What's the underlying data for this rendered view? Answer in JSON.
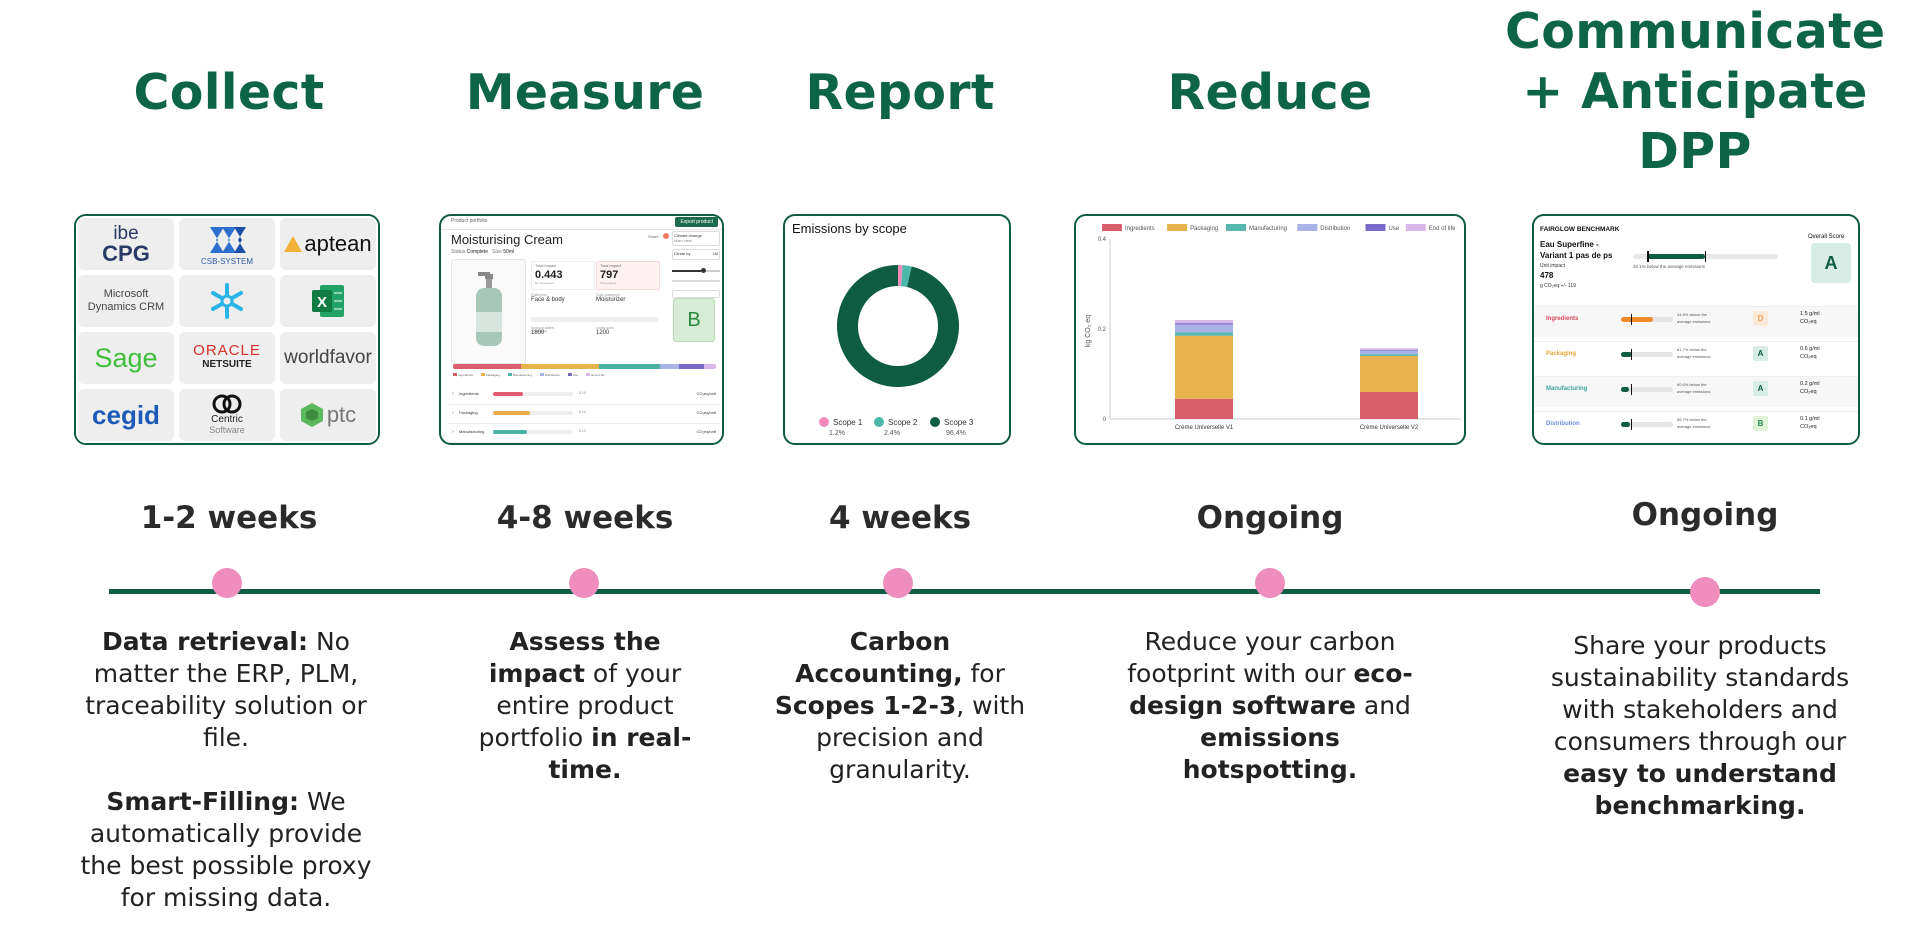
{
  "steps": [
    {
      "title": "Collect",
      "duration": "1-2 weeks",
      "description": [
        [
          {
            "bold": "Data retrieval:"
          },
          {
            "text": " No matter the ERP, PLM, traceability solution or file."
          }
        ],
        [
          {
            "bold": "Smart-Filling:"
          },
          {
            "text": " We automatically provide the best possible proxy for missing data."
          }
        ]
      ]
    },
    {
      "title": "Measure",
      "duration": "4-8 weeks",
      "description": [
        [
          {
            "bold": "Assess the impact"
          },
          {
            "text": " of your entire product portfolio "
          },
          {
            "bold": "in real-time."
          }
        ]
      ]
    },
    {
      "title": "Report",
      "duration": "4 weeks",
      "description": [
        [
          {
            "bold": "Carbon Accounting,"
          },
          {
            "text": " for "
          },
          {
            "bold": "Scopes 1-2-3"
          },
          {
            "text": ", with precision and granularity."
          }
        ]
      ]
    },
    {
      "title": "Reduce",
      "duration": "Ongoing",
      "description": [
        [
          {
            "text": "Reduce your carbon footprint with our "
          },
          {
            "bold": "eco-design software"
          },
          {
            "text": " and "
          },
          {
            "bold": "emissions hotspotting."
          }
        ]
      ]
    },
    {
      "title": "Communicate + Anticipate DPP",
      "duration": "Ongoing",
      "description": [
        [
          {
            "text": "Share your products sustainability standards with stakeholders and consumers through our "
          },
          {
            "bold": "easy to understand benchmarking."
          }
        ]
      ]
    }
  ],
  "colors": {
    "title_green": "#0e6447",
    "timeline_green": "#0e5c41",
    "dot_pink": "#ef8ebd"
  },
  "logos": [
    {
      "name": "ibe CPG",
      "line1": "ibe",
      "line2": "CPG"
    },
    {
      "name": "CSB-SYSTEM",
      "line1": "CSB-SYSTEM"
    },
    {
      "name": "aptean",
      "line1": "aptean"
    },
    {
      "name": "Microsoft Dynamics CRM",
      "line1": "Microsoft",
      "line2": "Dynamics CRM"
    },
    {
      "name": "snowflake",
      "line1": ""
    },
    {
      "name": "Excel",
      "line1": "X"
    },
    {
      "name": "Sage",
      "line1": "Sage"
    },
    {
      "name": "Oracle NetSuite",
      "line1": "ORACLE",
      "line2": "NETSUITE"
    },
    {
      "name": "worldfavor",
      "line1": "worldfavor"
    },
    {
      "name": "cegid",
      "line1": "cegid"
    },
    {
      "name": "Centric Software",
      "line1": "Centric",
      "line2": "Software"
    },
    {
      "name": "ptc",
      "line1": "ptc"
    }
  ],
  "measure_card": {
    "breadcrumb": "Product portfolio",
    "export_label": "Export product",
    "product_name": "Moisturising Cream",
    "status_label": "Status",
    "status_value": "Complete",
    "size_label": "Size",
    "size_value": "50ml",
    "share_label": "Share",
    "climate_change_label": "Climate change",
    "climate_change_sub": "Main view",
    "divide_by_label": "Divide by",
    "divide_by_value": "1M",
    "total_impact_label": "Total impact",
    "total_impact_value": "0.443",
    "total_impact_unit": "kg CO₂eq/unit",
    "total_impact2_label": "Total impact",
    "total_impact2_value": "797",
    "total_impact2_unit": "tCO₂eq/year",
    "category_label": "Category",
    "category_value": "Face & body",
    "subcategory_label": "Sub-category",
    "subcategory_value": "Moisturizer",
    "packaging_label": "Packaging",
    "sales_label": "Annual sales",
    "sales_value": "1800",
    "units_label": "Units sold",
    "units_value": "1200",
    "score": "B",
    "rows": [
      {
        "label": "Ingredients",
        "value": "0.10",
        "unit": "CO₂eq/unit",
        "pct": 0.38,
        "color": "#e25b6f"
      },
      {
        "label": "Packaging",
        "value": "0.14",
        "unit": "CO₂eq/unit",
        "pct": 0.46,
        "color": "#e8ad4a"
      },
      {
        "label": "Manufacturing",
        "value": "0.13",
        "unit": "CO₂eq/unit",
        "pct": 0.42,
        "color": "#4ab3a6"
      }
    ],
    "legend": [
      "Ingredients",
      "Packaging",
      "Manufacturing",
      "Distribution",
      "Use",
      "End of life"
    ]
  },
  "chart_data": [
    {
      "type": "pie",
      "title": "Emissions by scope",
      "categories": [
        "Scope 1",
        "Scope 2",
        "Scope 3"
      ],
      "values": [
        1.2,
        2.4,
        96.4
      ],
      "value_labels": [
        "1.2%",
        "2.4%",
        "96.4%"
      ],
      "colors": [
        "#f28cbb",
        "#4bb8a9",
        "#0e5c41"
      ]
    },
    {
      "type": "bar",
      "stacked": true,
      "categories": [
        "Crème Universelle V1",
        "Crème Universelle V2"
      ],
      "ylabel": "kg CO₂ eq",
      "ylim": [
        0,
        0.4
      ],
      "yticks": [
        "0.4",
        "0.2",
        "0"
      ],
      "legend_position": "top",
      "series": [
        {
          "name": "Ingredients",
          "color": "#d95f6c",
          "values": [
            0.045,
            0.06
          ]
        },
        {
          "name": "Packaging",
          "color": "#e8b24d",
          "values": [
            0.14,
            0.08
          ]
        },
        {
          "name": "Manufacturing",
          "color": "#57b8ad",
          "values": [
            0.008,
            0.004
          ]
        },
        {
          "name": "Distribution",
          "color": "#a9b3e6",
          "values": [
            0.017,
            0.008
          ]
        },
        {
          "name": "Use",
          "color": "#7a6ac8",
          "values": [
            0.003,
            0.002
          ]
        },
        {
          "name": "End of life",
          "color": "#d9b7e8",
          "values": [
            0.007,
            0.003
          ]
        }
      ]
    }
  ],
  "benchmark_card": {
    "header": "FAIRGLOW BENCHMARK",
    "product_line1": "Eau Superfine -",
    "product_line2": "Variant 1 pas de ps",
    "unit_impact_label": "Unit impact",
    "unit_impact_value": "478",
    "unit_impact_unit": "g CO₂eq +/- 119",
    "summary_note": "32.1% below the average emissions",
    "overall_label": "Overall Score",
    "overall_score": "A",
    "rows": [
      {
        "label": "Ingredients",
        "label_color": "#d9485f",
        "bar_color": "#ef8a2b",
        "note_line1": "34.8% above the",
        "note_line2": "average emissions",
        "grade": "D",
        "grade_color": "#f3a05c",
        "grade_bg": "#fde9d8",
        "value": "1.5 g/ml",
        "unit": "CO₂eq",
        "fill": 0.62
      },
      {
        "label": "Packaging",
        "label_color": "#e8a33a",
        "bar_color": "#0e5c41",
        "note_line1": "61.7% below the",
        "note_line2": "average emissions",
        "grade": "A",
        "grade_color": "#0e5c41",
        "grade_bg": "#d7ece5",
        "value": "0.6 g/ml",
        "unit": "CO₂eq",
        "fill": 0.22
      },
      {
        "label": "Manufacturing",
        "label_color": "#3aa5a0",
        "bar_color": "#0e5c41",
        "note_line1": "80.6% below the",
        "note_line2": "average emissions",
        "grade": "A",
        "grade_color": "#0e5c41",
        "grade_bg": "#d7ece5",
        "value": "0.2 g/ml",
        "unit": "CO₂eq",
        "fill": 0.15
      },
      {
        "label": "Distribution",
        "label_color": "#6f8ee0",
        "bar_color": "#0e5c41",
        "note_line1": "55.7% below the",
        "note_line2": "average emissions",
        "grade": "B",
        "grade_color": "#2e8b57",
        "grade_bg": "#dff3d6",
        "value": "0.1 g/ml",
        "unit": "CO₂eq",
        "fill": 0.18
      }
    ]
  }
}
